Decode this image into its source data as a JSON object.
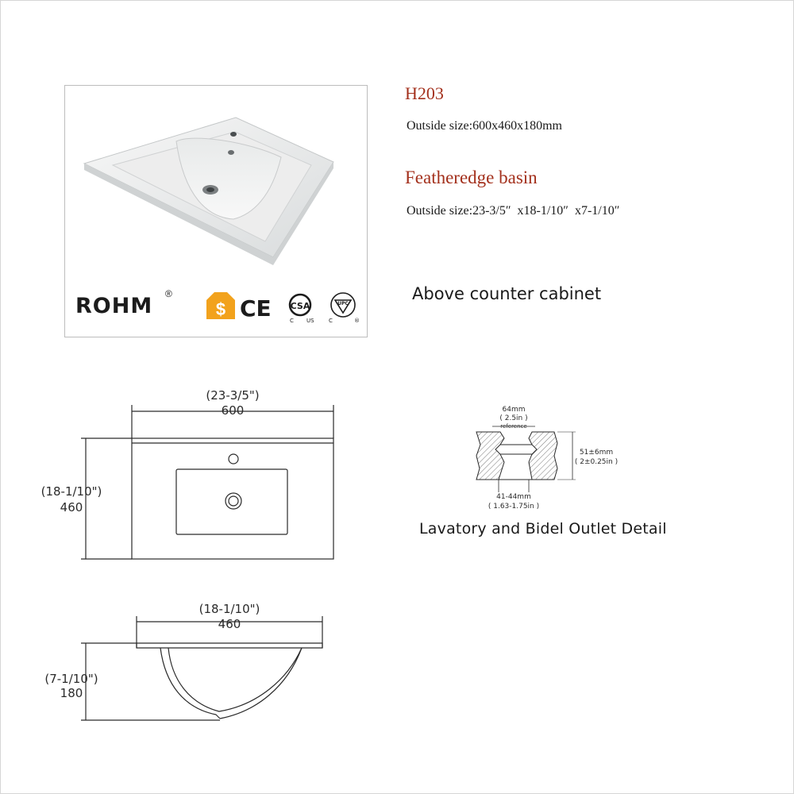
{
  "product": {
    "model": "H203",
    "size_metric": "Outside size:600x460x180mm",
    "name": "Featheredge basin",
    "size_imperial": "Outside size:23-3/5″  x18-1/10″  x7-1/10″",
    "cabinet_type": "Above counter cabinet"
  },
  "photo": {
    "brand": "ROHM",
    "brand_mark": "®",
    "certifications": [
      "$",
      "CE",
      "CSA",
      "UPC"
    ],
    "cert_marks": {
      "csa_left": "C",
      "csa_right": "US",
      "upc_left": "C",
      "upc_right": "®"
    }
  },
  "top_view": {
    "width_in": "(23-3/5\")",
    "width_mm": "600",
    "depth_in": "(18-1/10\")",
    "depth_mm": "460"
  },
  "side_view": {
    "depth_in": "(18-1/10\")",
    "depth_mm": "460",
    "height_in": "(7-1/10\")",
    "height_mm": "180"
  },
  "outlet_detail": {
    "top_mm": "64mm",
    "top_in": "( 2.5in )",
    "reference": "reference",
    "right_mm": "51±6mm",
    "right_in": "( 2±0.25in )",
    "bottom_mm": "41-44mm",
    "bottom_in": "( 1.63-1.75in )",
    "caption": "Lavatory and Bidel Outlet Detail"
  },
  "colors": {
    "accent": "#a3301c",
    "line": "#2a2a2a",
    "cert_orange": "#f2a21c"
  }
}
